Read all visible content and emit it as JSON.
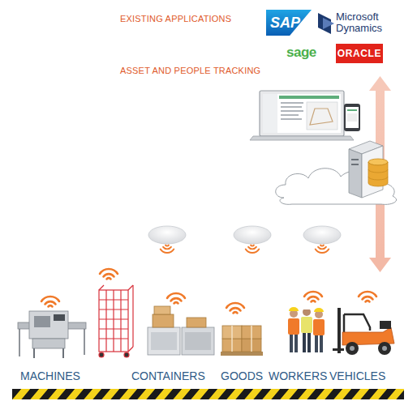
{
  "diagram": {
    "nodes": [
      {
        "text": [
          "SAP"
        ]
      },
      {
        "text": [
          "ORACLE"
        ]
      }
    ],
    "labels": [
      "EXISTING APPLICATIONS",
      "ASSET AND PEOPLE TRACKING",
      "Microsoft Dynamics",
      "sage",
      "MACHINES",
      "CONTAINERS",
      "GOODS",
      "WORKERS",
      "VEHICLES"
    ]
  }
}
